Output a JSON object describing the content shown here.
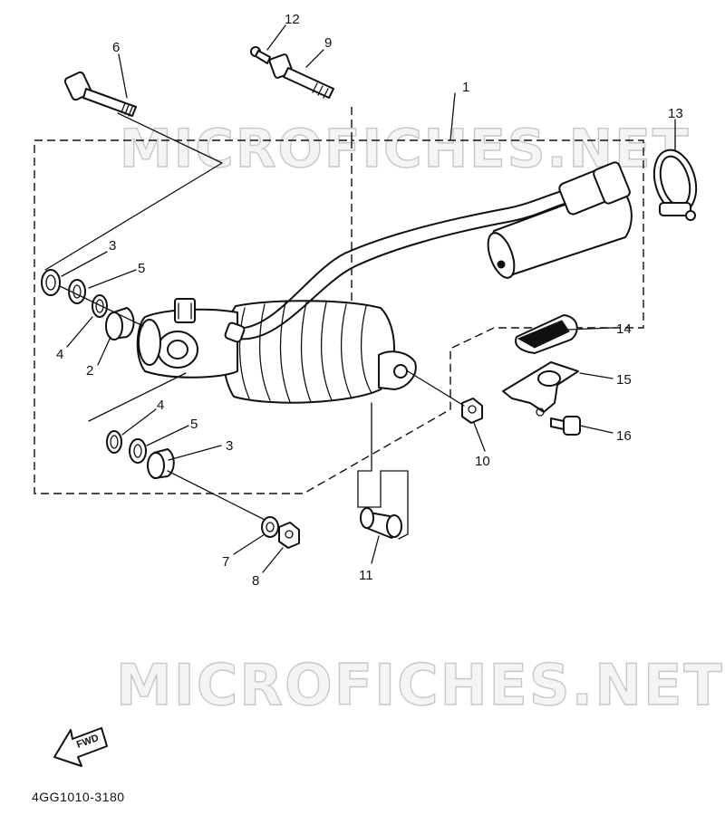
{
  "diagram": {
    "callouts": {
      "c1": "1",
      "c2": "2",
      "c3a": "3",
      "c3b": "3",
      "c4a": "4",
      "c4b": "4",
      "c5a": "5",
      "c5b": "5",
      "c6": "6",
      "c7": "7",
      "c8": "8",
      "c9": "9",
      "c10": "10",
      "c11": "11",
      "c12": "12",
      "c13": "13",
      "c14": "14",
      "c15": "15",
      "c16": "16"
    },
    "watermark_top": "MICROFICHES.NET",
    "watermark_bottom": "MICROFICHES.NET",
    "fwd_label": "FWD",
    "diagram_code": "4GG1010-3180"
  }
}
